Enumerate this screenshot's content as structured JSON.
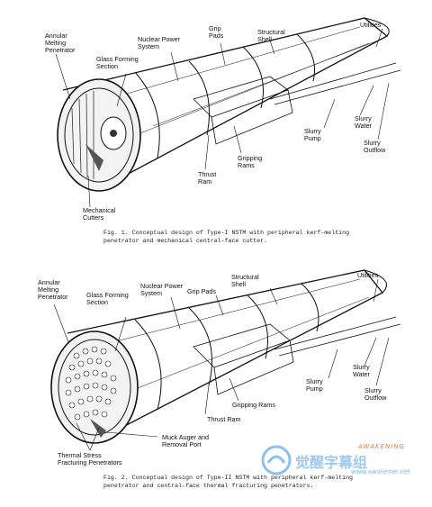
{
  "figure1": {
    "labels": {
      "annular_melting_penetrator": "Annular\nMelting\nPenetrator",
      "glass_forming_section": "Glass Forming\nSection",
      "nuclear_power_system": "Nuclear Power\nSystem",
      "grip_pads": "Grip\nPads",
      "structural_shell": "Structural\nShell",
      "utilities": "Utilities",
      "slurry_pump": "Slurry\nPump",
      "slurry_water": "Slurry\nWater",
      "slurry_outflow": "Slurry\nOutflow",
      "gripping_rams": "Gripping\nRams",
      "thrust_ram": "Thrust\nRam",
      "mechanical_cutters": "Mechanical\nCutters"
    },
    "caption": "Fig. 1.   Conceptual design of Type-I NSTM with peripheral kerf-melting\n          penetrator and mechanical central-face cutter."
  },
  "figure2": {
    "labels": {
      "annular_melting_penetrator": "Annular\nMelting\nPenetrator",
      "glass_forming_section": "Glass Forming\nSection",
      "nuclear_power_system": "Nuclear Power\nSystem",
      "grip_pads": "Grip Pads",
      "structural_shell": "Structural\nShell",
      "utilities": "Utilities",
      "slurry_pump": "Slurry\nPump",
      "slurry_water": "Slurry\nWater",
      "slurry_outflow": "Slurry\nOutflow",
      "gripping_rams": "Gripping Rams",
      "thrust_ram": "Thrust Ram",
      "muck_auger": "Muck Auger and\nRemoval Port",
      "thermal_stress": "Thermal Stress\nFracturing Penetrators"
    },
    "caption": "Fig. 2.   Conceptual design of Type-II NSTM with peripheral kerf-melting\n          penetrator and central-face thermal fracturing penetrators."
  },
  "watermark": {
    "brand": "AWAKENING",
    "chinese": "觉醒字幕组",
    "url": "www.awakener.net"
  }
}
